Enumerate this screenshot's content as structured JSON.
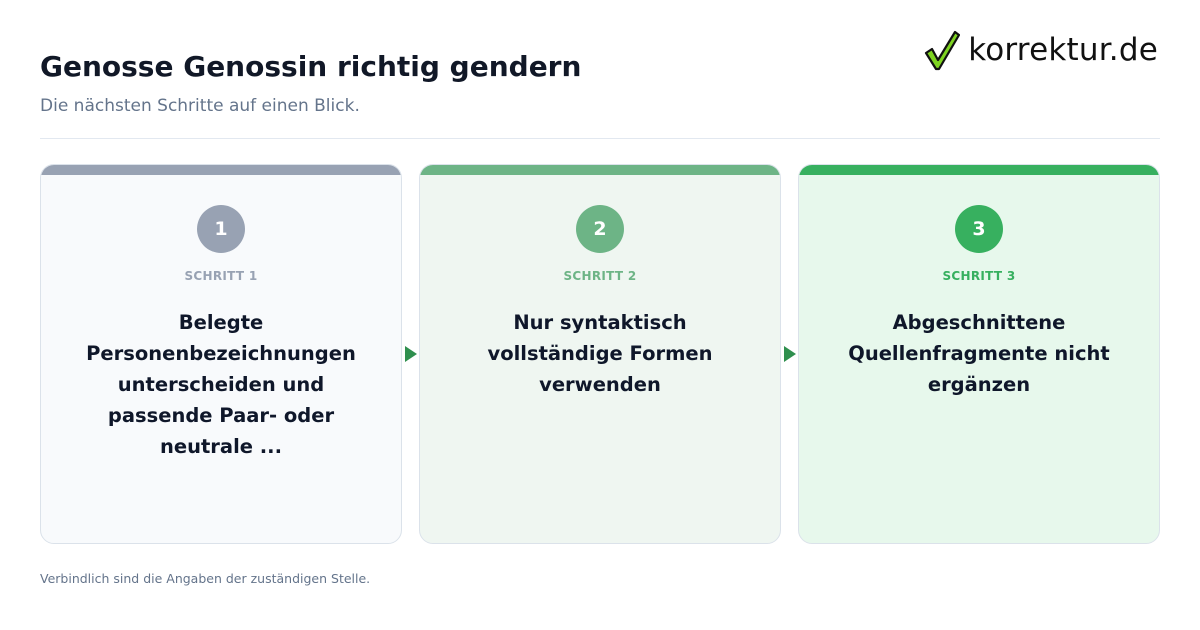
{
  "header": {
    "title": "Genosse Genossin richtig gendern",
    "subtitle": "Die nächsten Schritte auf einen Blick."
  },
  "logo": {
    "text": "korrektur.de",
    "icon": "checkmark-icon",
    "icon_color": "#7ed321"
  },
  "steps": [
    {
      "number": "1",
      "label": "SCHRITT 1",
      "text": "Belegte Personenbezeichnungen unterscheiden und passende Paar- oder neutrale ...",
      "color": "#98a2b3"
    },
    {
      "number": "2",
      "label": "SCHRITT 2",
      "text": "Nur syntaktisch vollständige Formen verwenden",
      "color": "#6db486"
    },
    {
      "number": "3",
      "label": "SCHRITT 3",
      "text": "Abgeschnittene Quellenfragmente nicht ergänzen",
      "color": "#37b05f"
    }
  ],
  "connector": {
    "icon": "arrow-right-icon",
    "color": "#2f8f4e"
  },
  "footer": {
    "note": "Verbindlich sind die Angaben der zuständigen Stelle."
  }
}
